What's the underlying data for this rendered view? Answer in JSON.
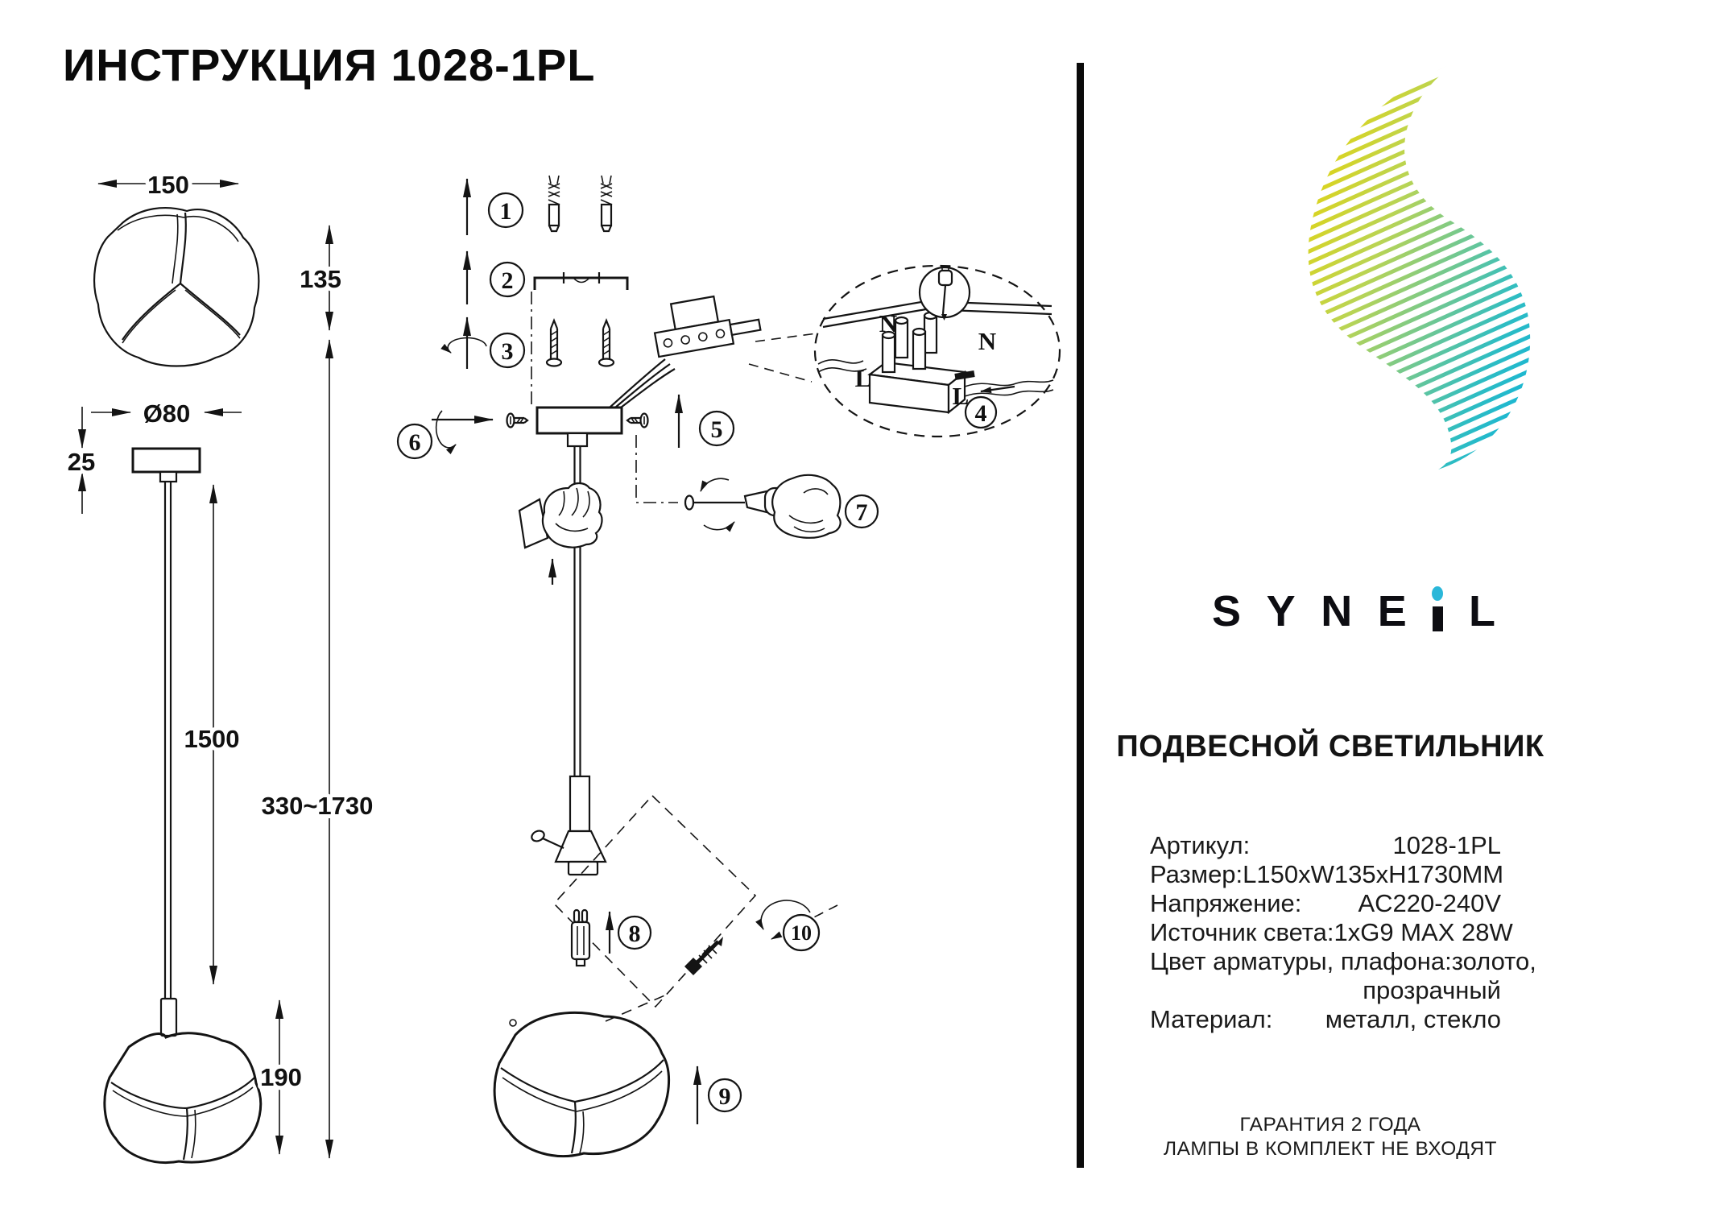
{
  "title": "ИНСТРУКЦИЯ 1028-1PL",
  "diagram": {
    "dimensions": {
      "shade_width": "150",
      "shade_height": "135",
      "canopy_diameter": "Ø80",
      "canopy_thickness": "25",
      "cable_length": "1500",
      "overall_height": "330~1730",
      "shade_side_height": "190"
    },
    "steps": [
      "1",
      "2",
      "3",
      "4",
      "5",
      "6",
      "7",
      "8",
      "9",
      "10"
    ],
    "wiring_labels": {
      "n_left": "N",
      "n_right": "N",
      "l_left": "L",
      "l_right": "L"
    }
  },
  "brand": {
    "name": "SYNEiL",
    "l1": "S",
    "l2": "Y",
    "l3": "N",
    "l4": "E",
    "l6": "L",
    "i_dot_color": "#2ab7d9"
  },
  "product": {
    "heading": "ПОДВЕСНОЙ СВЕТИЛЬНИК"
  },
  "specs": {
    "rows": [
      {
        "label": "Артикул:",
        "value": "1028-1PL"
      },
      {
        "label": "Размер:",
        "value": "L150xW135xH1730MM"
      },
      {
        "label": "Напряжение:",
        "value": "AC220-240V"
      },
      {
        "label": "Источник света:",
        "value": "1xG9 MAX 28W"
      },
      {
        "label": "Цвет арматуры, плафона:",
        "value": "золото,"
      },
      {
        "label": "",
        "value": "прозрачный"
      },
      {
        "label": "Материал:",
        "value": "металл, стекло"
      }
    ]
  },
  "footer": {
    "line1": "ГАРАНТИЯ 2 ГОДА",
    "line2": "ЛАМПЫ В КОМПЛЕКТ НЕ ВХОДЯТ"
  },
  "logo_colors": {
    "start": "#e8d40a",
    "mid": "#8fcf7d",
    "end": "#14b4d8"
  }
}
